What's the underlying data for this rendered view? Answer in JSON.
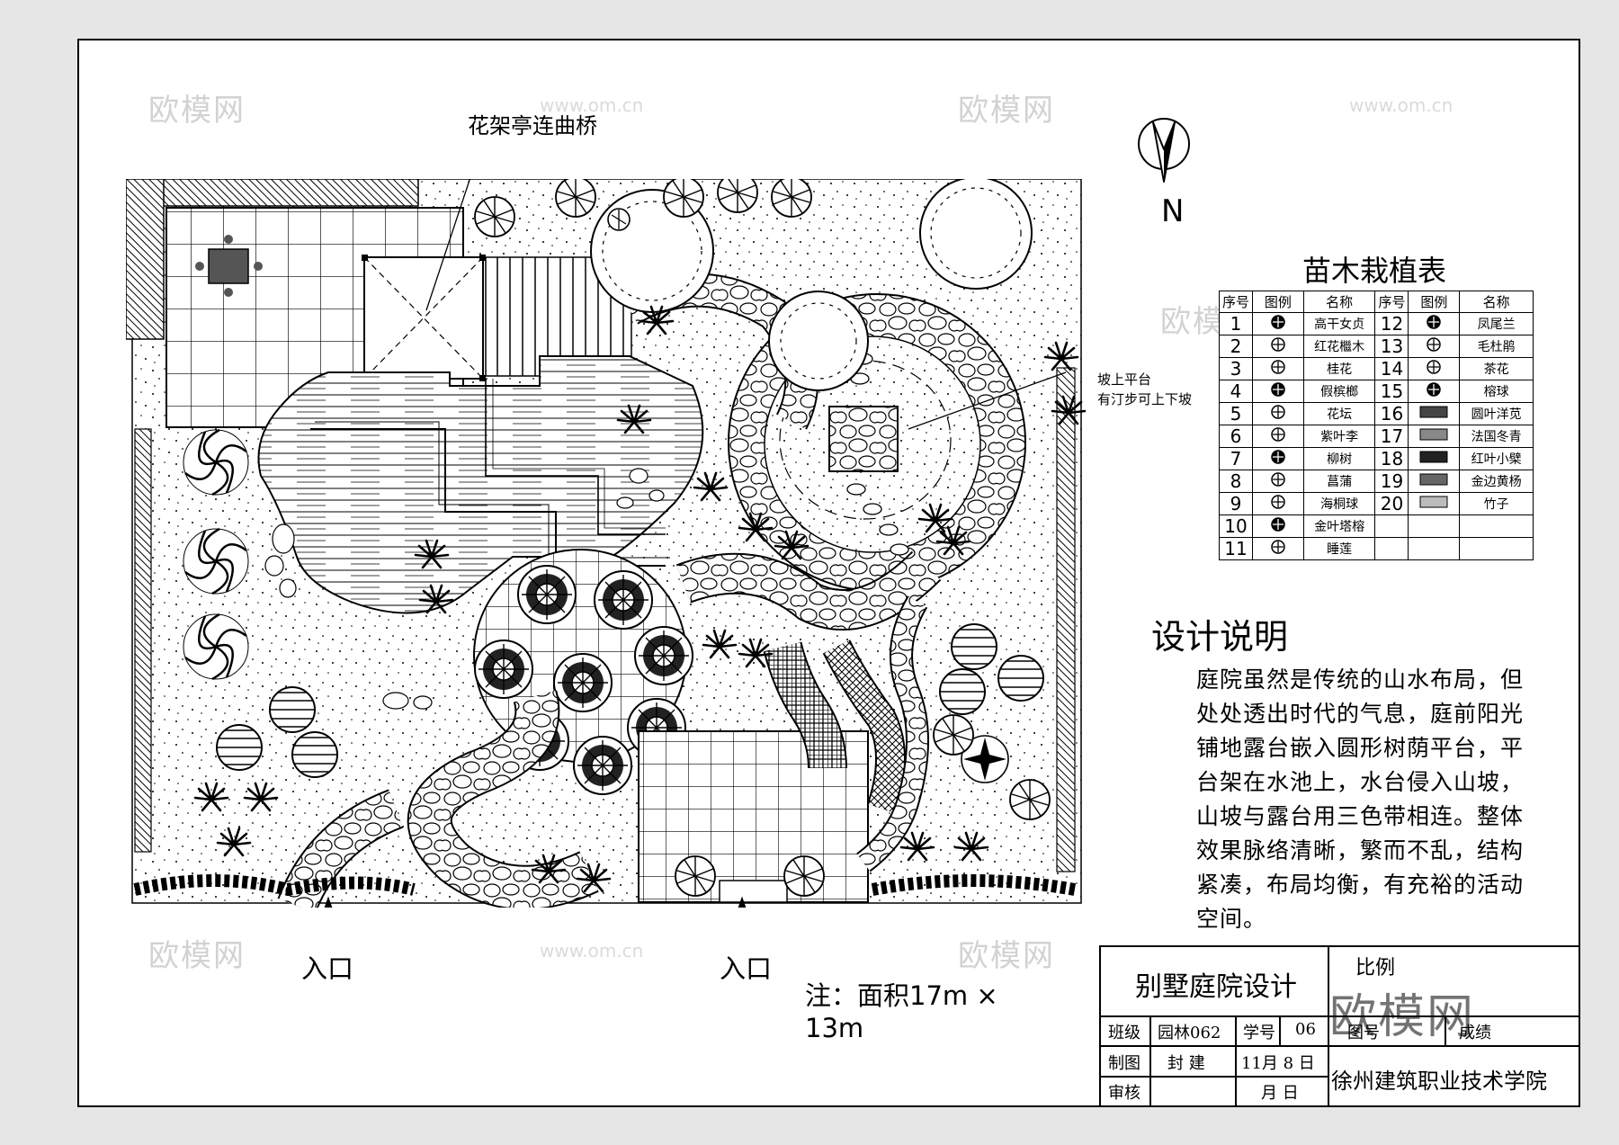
{
  "callouts": {
    "pavilion": "花架亭连曲桥",
    "platform_line1": "坡上平台",
    "platform_line2": "有汀步可上下坡"
  },
  "north_label": "N",
  "entrances": [
    "入口",
    "入口"
  ],
  "note": {
    "line1": "注：面积17m ×",
    "line2": "13m"
  },
  "plant_table": {
    "title": "苗木栽植表",
    "headers": [
      "序号",
      "图例",
      "名称",
      "序号",
      "图例",
      "名称"
    ],
    "left": [
      {
        "no": "1",
        "name": "高干女贞"
      },
      {
        "no": "2",
        "name": "红花檵木"
      },
      {
        "no": "3",
        "name": "桂花"
      },
      {
        "no": "4",
        "name": "假槟榔"
      },
      {
        "no": "5",
        "name": "花坛"
      },
      {
        "no": "6",
        "name": "紫叶李"
      },
      {
        "no": "7",
        "name": "柳树"
      },
      {
        "no": "8",
        "name": "菖蒲"
      },
      {
        "no": "9",
        "name": "海桐球"
      },
      {
        "no": "10",
        "name": "金叶塔榕"
      },
      {
        "no": "11",
        "name": "睡莲"
      }
    ],
    "right": [
      {
        "no": "12",
        "name": "凤尾兰"
      },
      {
        "no": "13",
        "name": "毛杜鹃"
      },
      {
        "no": "14",
        "name": "茶花"
      },
      {
        "no": "15",
        "name": "榕球"
      },
      {
        "no": "16",
        "name": "圆叶洋苋"
      },
      {
        "no": "17",
        "name": "法国冬青"
      },
      {
        "no": "18",
        "name": "红叶小檗"
      },
      {
        "no": "19",
        "name": "金边黄杨"
      },
      {
        "no": "20",
        "name": "竹子"
      }
    ]
  },
  "design": {
    "title": "设计说明",
    "body": "庭院虽然是传统的山水布局，但处处透出时代的气息，庭前阳光铺地露台嵌入圆形树荫平台，平台架在水池上，水台侵入山坡，山坡与露台用三色带相连。整体效果脉络清晰，繁而不乱，结构紧凑，布局均衡，有充裕的活动空间。"
  },
  "title_block": {
    "project": "别墅庭院设计",
    "scale_label": "比例",
    "class_label": "班级",
    "class_value": "园林062",
    "id_label": "学号",
    "id_value": "06",
    "drawing_no_label": "图号",
    "grade_label": "成绩",
    "drawn_label": "制图",
    "drawn_value": "封 建",
    "date": "11月 8 日",
    "review_label": "审核",
    "month_day": "月    日",
    "school": "徐州建筑职业技术学院"
  },
  "watermarks": {
    "brand": "欧模网",
    "url": "www.om.cn",
    "logo": "欧模网"
  }
}
